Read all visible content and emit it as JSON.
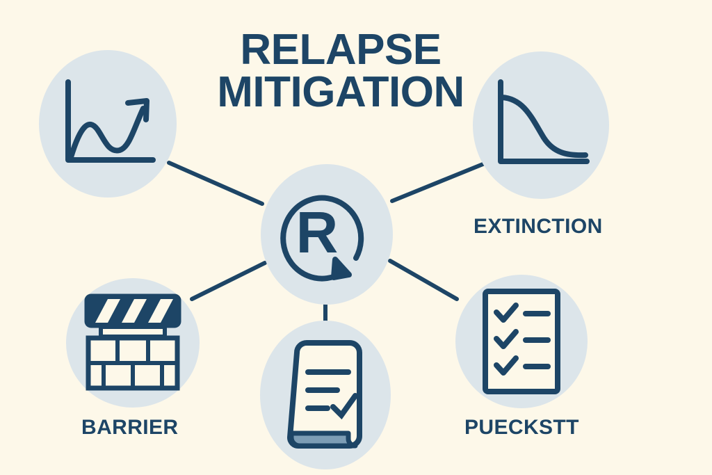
{
  "title": {
    "line1": "RELAPSE",
    "line2": "MITIGATION"
  },
  "colors": {
    "background": "#FDF8E9",
    "circle_fill": "#DCE5EA",
    "stroke_navy": "#1D4566",
    "accent_slate": "#7D9DB5"
  },
  "hub": {
    "letter": "R",
    "icon": "circular-arrow-recycle-icon"
  },
  "nodes": [
    {
      "id": "growth-trend",
      "label": "",
      "icon": "line-chart-up-arrow-icon",
      "has_label": false
    },
    {
      "id": "extinction",
      "label": "EXTINCTION",
      "icon": "decay-curve-chart-icon",
      "has_label": true
    },
    {
      "id": "barrier",
      "label": "BARRIER",
      "icon": "brick-wall-barrier-icon",
      "has_label": true
    },
    {
      "id": "plan-document",
      "label": "",
      "icon": "document-checkmark-icon",
      "has_label": false
    },
    {
      "id": "pueckstt",
      "label": "PUECKSTT",
      "icon": "checklist-clipboard-icon",
      "has_label": true
    }
  ],
  "connectors": [
    {
      "from": "hub",
      "to": "growth-trend"
    },
    {
      "from": "hub",
      "to": "extinction"
    },
    {
      "from": "hub",
      "to": "barrier"
    },
    {
      "from": "hub",
      "to": "pueckstt"
    },
    {
      "from": "hub",
      "to": "plan-document"
    }
  ]
}
